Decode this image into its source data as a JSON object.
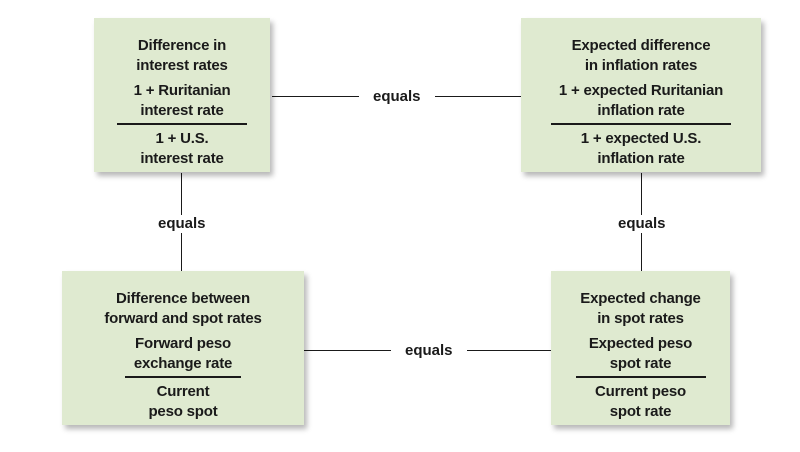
{
  "boxes": {
    "top_left": {
      "heading": [
        "Difference in",
        "interest rates"
      ],
      "numerator": [
        "1 + Ruritanian",
        "interest rate"
      ],
      "denominator": [
        "1 + U.S.",
        "interest rate"
      ]
    },
    "top_right": {
      "heading": [
        "Expected difference",
        "in inflation rates"
      ],
      "numerator": [
        "1 + expected Ruritanian",
        "inflation rate"
      ],
      "denominator": [
        "1 + expected U.S.",
        "inflation rate"
      ]
    },
    "bottom_left": {
      "heading": [
        "Difference between",
        "forward and spot rates"
      ],
      "numerator": [
        "Forward peso",
        "exchange rate"
      ],
      "denominator": [
        "Current",
        "peso spot"
      ]
    },
    "bottom_right": {
      "heading": [
        "Expected change",
        "in spot rates"
      ],
      "numerator": [
        "Expected peso",
        "spot rate"
      ],
      "denominator": [
        "Current peso",
        "spot rate"
      ]
    }
  },
  "connectors": {
    "top": "equals",
    "left": "equals",
    "right": "equals",
    "bottom": "equals"
  }
}
